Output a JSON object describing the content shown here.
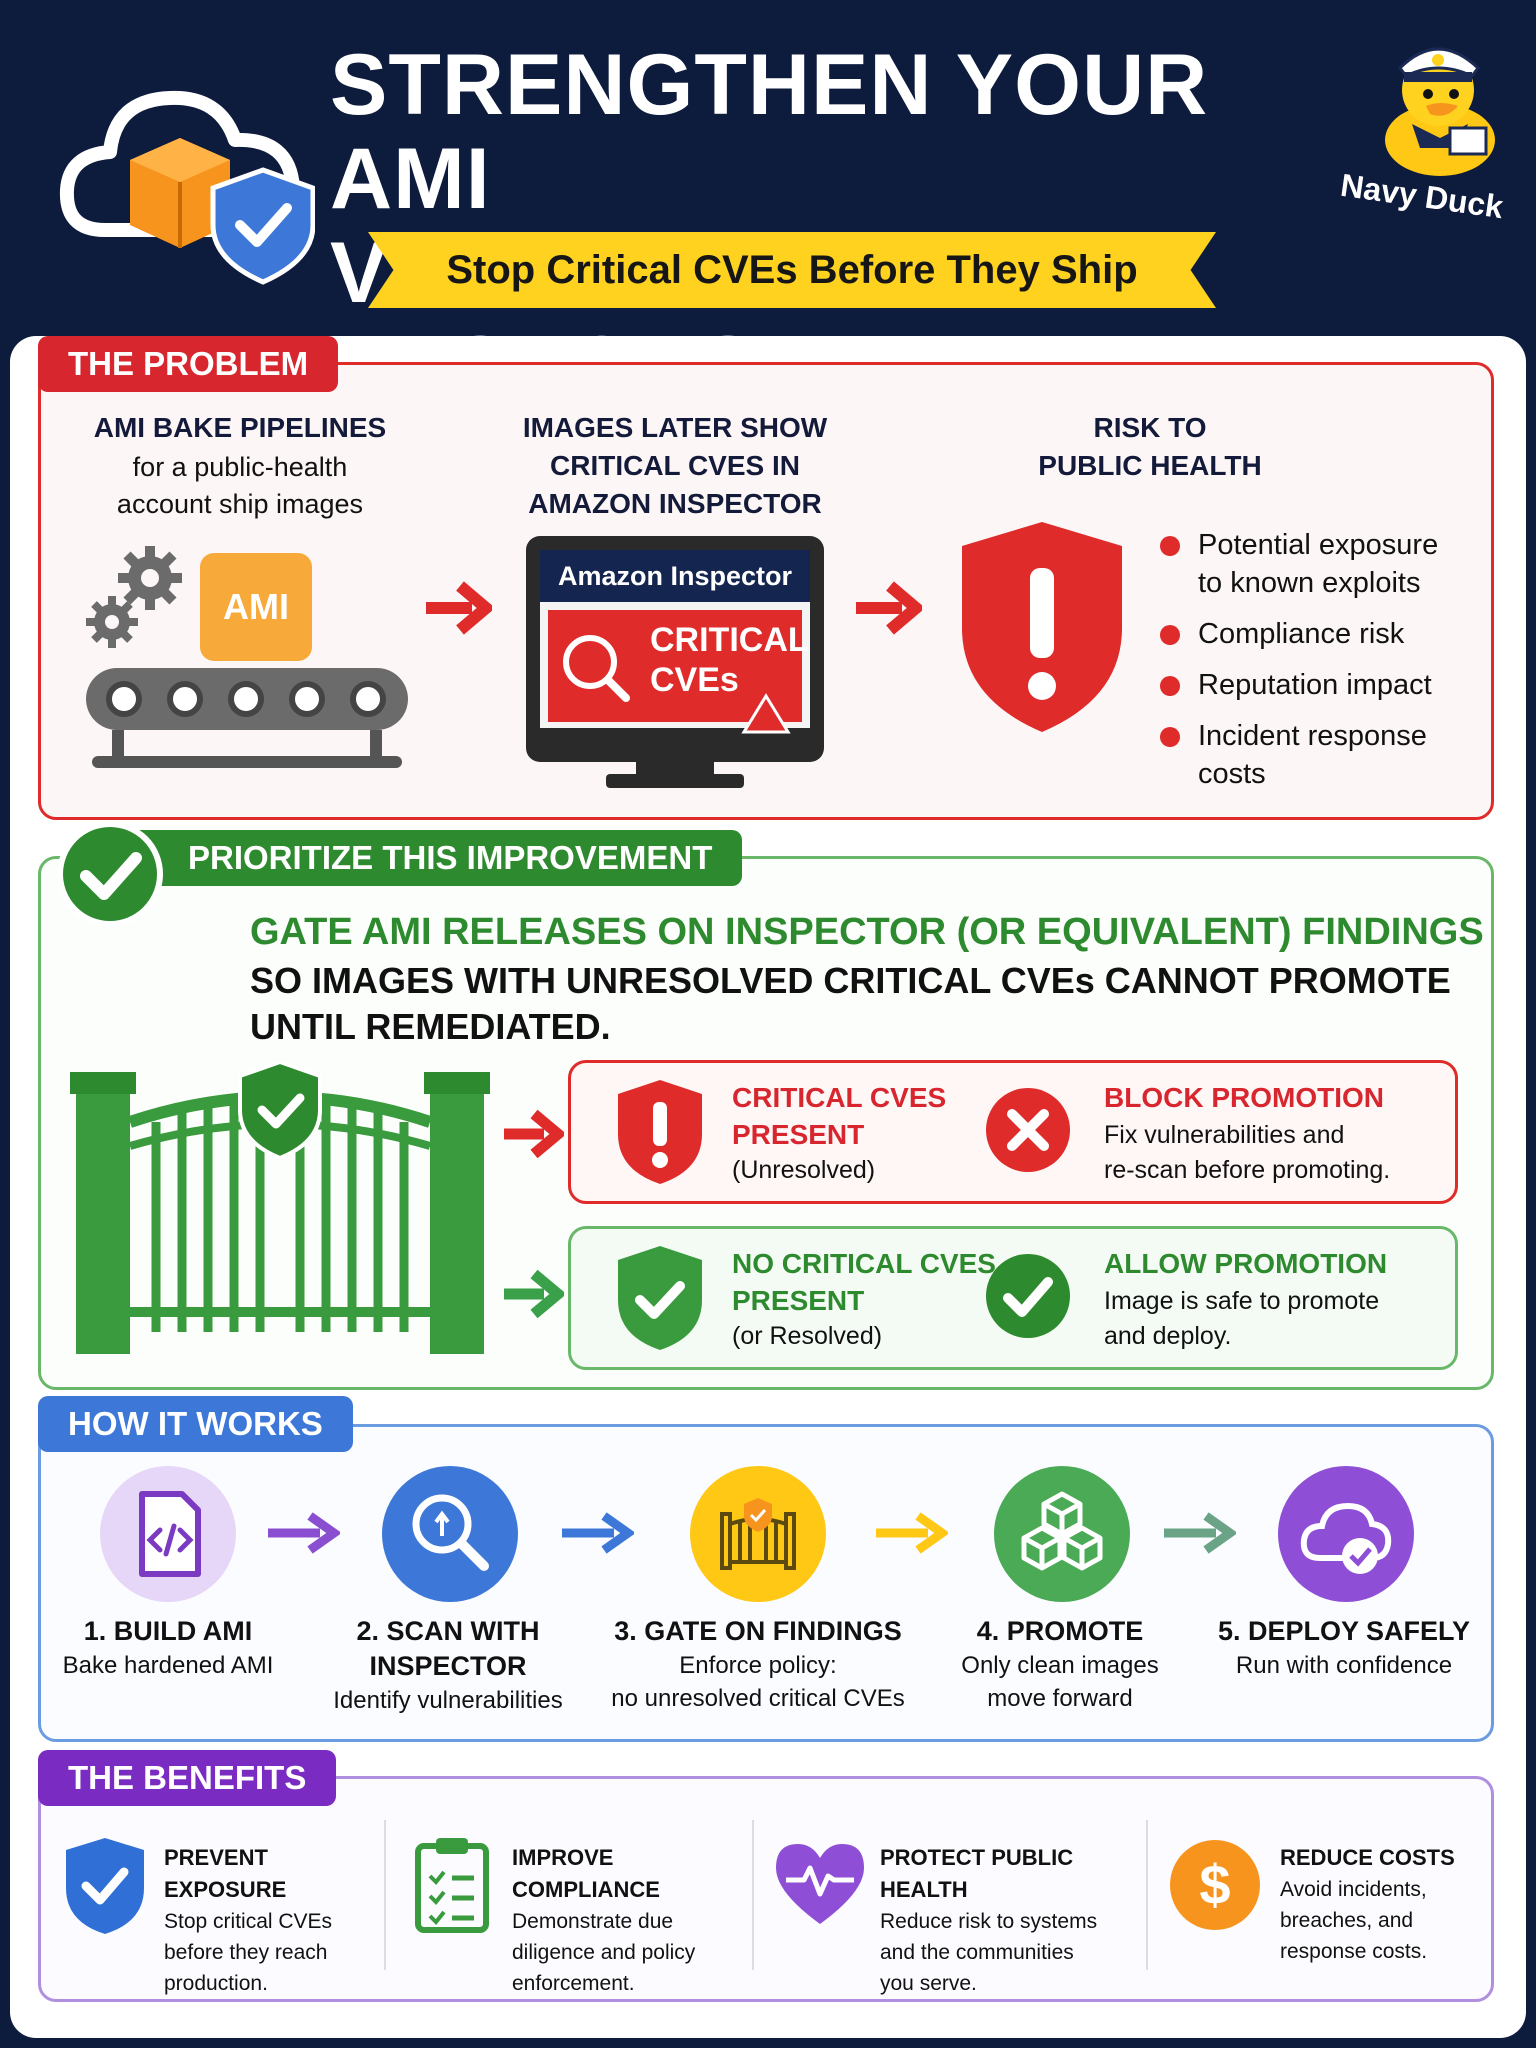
{
  "header": {
    "title_line1": "STRENGTHEN YOUR AMI",
    "title_line2": "VULNERABILITY RESPONSE",
    "subtitle": "Stop Critical CVEs Before They Ship",
    "brand": "Navy Duck"
  },
  "colors": {
    "navy": "#0d1b3d",
    "red": "#e02b2b",
    "green": "#2e8a2e",
    "blue": "#3d78d8",
    "purple": "#7a2bc2",
    "yellow": "#ffd21f",
    "orange": "#f7941d"
  },
  "problem": {
    "tag": "THE PROBLEM",
    "col1_title": "AMI BAKE PIPELINES",
    "col1_sub1": "for a public-health",
    "col1_sub2": "account ship images",
    "ami_label": "AMI",
    "col2_title1": "IMAGES LATER SHOW",
    "col2_title2": "CRITICAL CVES IN",
    "col2_title3": "AMAZON INSPECTOR",
    "monitor_title": "Amazon Inspector",
    "monitor_alert1": "CRITICAL",
    "monitor_alert2": "CVEs",
    "col3_title1": "RISK TO",
    "col3_title2": "PUBLIC HEALTH",
    "risks": [
      "Potential exposure",
      "to known exploits",
      "Compliance risk",
      "Reputation impact",
      "Incident response",
      "costs"
    ]
  },
  "improvement": {
    "tag": "PRIORITIZE THIS IMPROVEMENT",
    "headline": "GATE AMI RELEASES ON INSPECTOR (OR EQUIVALENT) FINDINGS",
    "body1": "SO IMAGES WITH UNRESOLVED CRITICAL CVEs CANNOT PROMOTE",
    "body2": "UNTIL REMEDIATED.",
    "bad_h1": "CRITICAL CVES",
    "bad_h2": "PRESENT",
    "bad_sub": "(Unresolved)",
    "block_h": "BLOCK PROMOTION",
    "block_t1": "Fix vulnerabilities and",
    "block_t2": "re-scan before promoting.",
    "good_h1": "NO CRITICAL CVES",
    "good_h2": "PRESENT",
    "good_sub": "(or Resolved)",
    "allow_h": "ALLOW PROMOTION",
    "allow_t1": "Image is safe to promote",
    "allow_t2": "and deploy."
  },
  "how": {
    "tag": "HOW IT WORKS",
    "steps": [
      {
        "h1": "1. BUILD AMI",
        "h2": "",
        "t1": "Bake hardened AMI",
        "t2": ""
      },
      {
        "h1": "2. SCAN WITH",
        "h2": "INSPECTOR",
        "t1": "Identify vulnerabilities",
        "t2": ""
      },
      {
        "h1": "3. GATE ON FINDINGS",
        "h2": "",
        "t1": "Enforce policy:",
        "t2": "no unresolved critical CVEs"
      },
      {
        "h1": "4. PROMOTE",
        "h2": "",
        "t1": "Only clean images",
        "t2": "move forward"
      },
      {
        "h1": "5. DEPLOY SAFELY",
        "h2": "",
        "t1": "Run with confidence",
        "t2": ""
      }
    ]
  },
  "benefits": {
    "tag": "THE BENEFITS",
    "items": [
      {
        "h": "PREVENT EXPOSURE",
        "t1": "Stop critical CVEs",
        "t2": "before they reach",
        "t3": "production."
      },
      {
        "h": "IMPROVE COMPLIANCE",
        "t1": "Demonstrate due",
        "t2": "diligence and policy",
        "t3": "enforcement."
      },
      {
        "h": "PROTECT PUBLIC HEALTH",
        "t1": "Reduce risk to systems",
        "t2": "and the communities",
        "t3": "you serve."
      },
      {
        "h": "REDUCE COSTS",
        "t1": "Avoid incidents,",
        "t2": "breaches, and",
        "t3": "response costs."
      }
    ],
    "dollar": "$"
  }
}
